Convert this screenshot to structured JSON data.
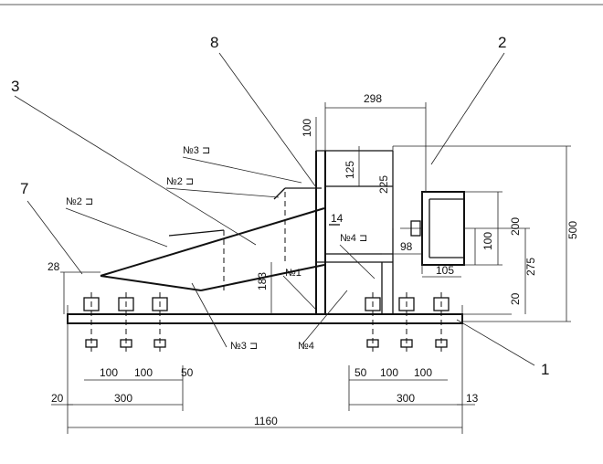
{
  "part_labels": {
    "p1": "1",
    "p2": "2",
    "p3": "3",
    "p7": "7",
    "p8": "8"
  },
  "weld_labels": {
    "w3_top": "№3 ⊐",
    "w2_upper": "№2 ⊐",
    "w2_left": "№2 ⊐",
    "w4_upper": "№4 ⊐",
    "w1": "№1",
    "w3_bottom": "№3 ⊐",
    "w4_bottom": "№4"
  },
  "dimensions": {
    "d298": "298",
    "d100_top": "100",
    "d125": "125",
    "d225": "225",
    "d14": "14",
    "d98": "98",
    "d183": "183",
    "d105": "105",
    "d100_right": "100",
    "d200": "200",
    "d275": "275",
    "d500": "500",
    "d20_right": "20",
    "d28": "28",
    "d100_l1": "100",
    "d100_l2": "100",
    "d50_l": "50",
    "d50_r": "50",
    "d100_r1": "100",
    "d100_r2": "100",
    "d20_left": "20",
    "d300_l": "300",
    "d300_r": "300",
    "d13": "13",
    "d1160": "1160"
  }
}
